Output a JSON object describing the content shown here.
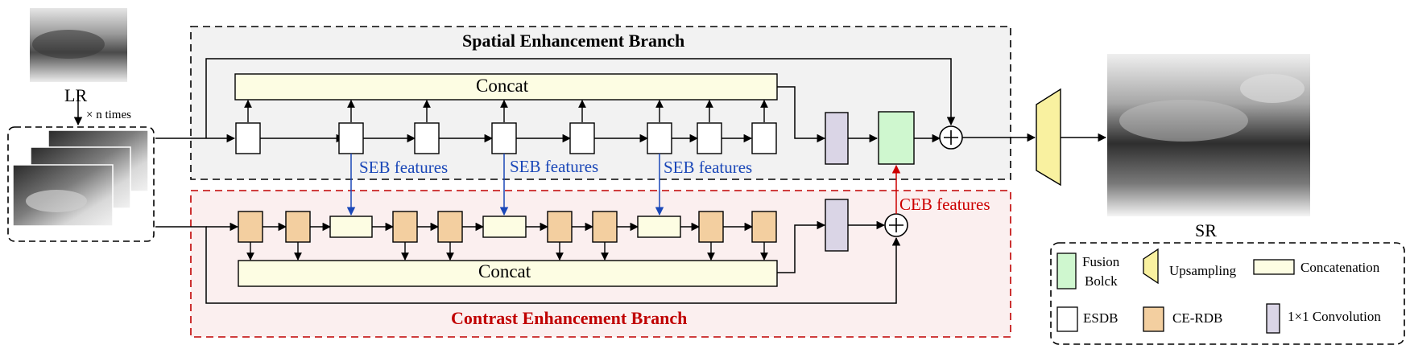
{
  "seb": {
    "title": "Spatial Enhancement Branch",
    "concat": "Concat",
    "feature_label": "SEB features"
  },
  "ceb": {
    "title": "Contrast Enhancement Branch",
    "concat": "Concat",
    "feature_label": "CEB features"
  },
  "input": {
    "lr_label": "LR",
    "repeat_label": "× n times"
  },
  "output": {
    "sr_label": "SR"
  },
  "legend": {
    "fusion_line1": "Fusion",
    "fusion_line2": "Bolck",
    "upsampling": "Upsampling",
    "concatenation": "Concatenation",
    "esdb": "ESDB",
    "ce_rdb": "CE-RDB",
    "conv": "1×1 Convolution"
  },
  "colors": {
    "seb_bg": "#f2f2f2",
    "ceb_bg": "#fbefef",
    "ceb_border": "#c00000",
    "concat_fill": "#fdfde3",
    "ce_rdb_fill": "#f3cfa0",
    "conv_fill": "#dad5e6",
    "fusion_fill": "#cff7cf",
    "upsample_fill": "#f9f1a0",
    "seb_arrow": "#1a47b8",
    "ceb_arrow": "#cc0000"
  }
}
